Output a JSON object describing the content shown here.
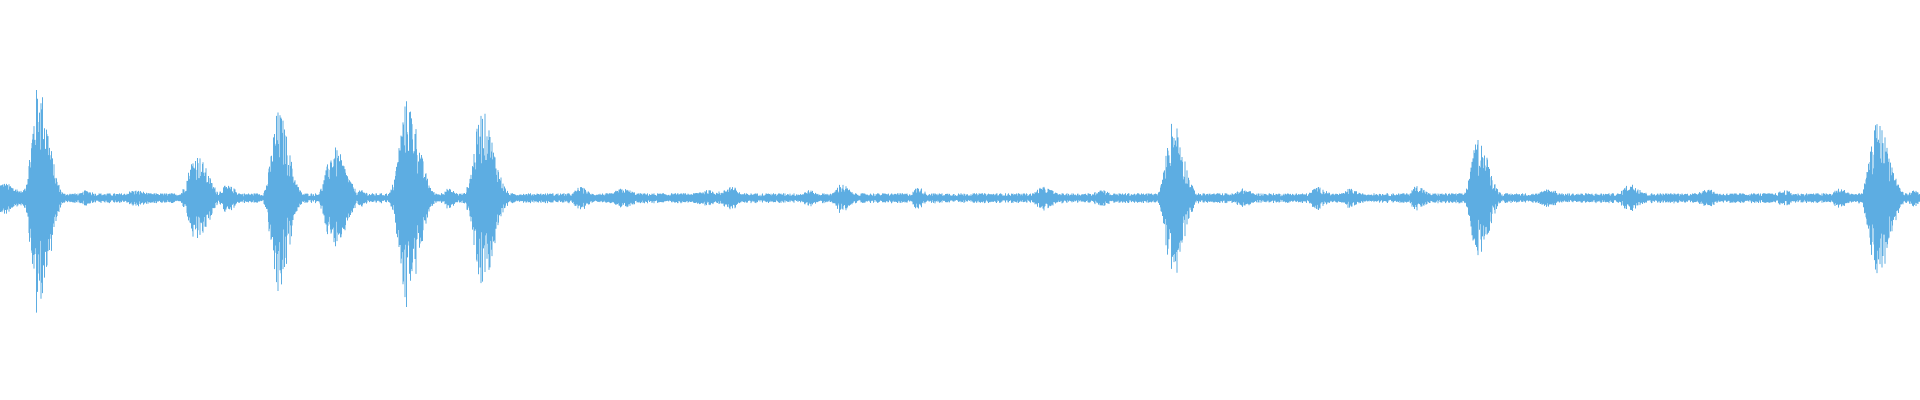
{
  "waveform": {
    "color": "#5dade2",
    "baseline_amplitude": 0.03,
    "bursts": [
      {
        "t": 0.0,
        "amp": 0.1,
        "spread": 0.012
      },
      {
        "t": 0.02,
        "amp": 0.72,
        "spread": 0.007
      },
      {
        "t": 0.045,
        "amp": 0.05,
        "spread": 0.006
      },
      {
        "t": 0.07,
        "amp": 0.05,
        "spread": 0.01
      },
      {
        "t": 0.102,
        "amp": 0.28,
        "spread": 0.008
      },
      {
        "t": 0.118,
        "amp": 0.08,
        "spread": 0.007
      },
      {
        "t": 0.145,
        "amp": 0.55,
        "spread": 0.007
      },
      {
        "t": 0.174,
        "amp": 0.32,
        "spread": 0.008
      },
      {
        "t": 0.188,
        "amp": 0.05,
        "spread": 0.005
      },
      {
        "t": 0.212,
        "amp": 0.62,
        "spread": 0.008
      },
      {
        "t": 0.233,
        "amp": 0.06,
        "spread": 0.006
      },
      {
        "t": 0.251,
        "amp": 0.55,
        "spread": 0.008
      },
      {
        "t": 0.276,
        "amp": 0.03,
        "spread": 0.006
      },
      {
        "t": 0.302,
        "amp": 0.07,
        "spread": 0.006
      },
      {
        "t": 0.324,
        "amp": 0.06,
        "spread": 0.009
      },
      {
        "t": 0.368,
        "amp": 0.05,
        "spread": 0.014
      },
      {
        "t": 0.38,
        "amp": 0.08,
        "spread": 0.006
      },
      {
        "t": 0.421,
        "amp": 0.05,
        "spread": 0.006
      },
      {
        "t": 0.438,
        "amp": 0.09,
        "spread": 0.006
      },
      {
        "t": 0.478,
        "amp": 0.07,
        "spread": 0.005
      },
      {
        "t": 0.543,
        "amp": 0.07,
        "spread": 0.008
      },
      {
        "t": 0.573,
        "amp": 0.06,
        "spread": 0.006
      },
      {
        "t": 0.611,
        "amp": 0.5,
        "spread": 0.007
      },
      {
        "t": 0.647,
        "amp": 0.06,
        "spread": 0.007
      },
      {
        "t": 0.686,
        "amp": 0.07,
        "spread": 0.007
      },
      {
        "t": 0.703,
        "amp": 0.06,
        "spread": 0.006
      },
      {
        "t": 0.738,
        "amp": 0.08,
        "spread": 0.006
      },
      {
        "t": 0.77,
        "amp": 0.38,
        "spread": 0.007
      },
      {
        "t": 0.806,
        "amp": 0.06,
        "spread": 0.008
      },
      {
        "t": 0.849,
        "amp": 0.09,
        "spread": 0.008
      },
      {
        "t": 0.888,
        "amp": 0.06,
        "spread": 0.008
      },
      {
        "t": 0.929,
        "amp": 0.05,
        "spread": 0.007
      },
      {
        "t": 0.958,
        "amp": 0.06,
        "spread": 0.007
      },
      {
        "t": 0.978,
        "amp": 0.48,
        "spread": 0.008
      },
      {
        "t": 0.997,
        "amp": 0.05,
        "spread": 0.006
      }
    ]
  }
}
